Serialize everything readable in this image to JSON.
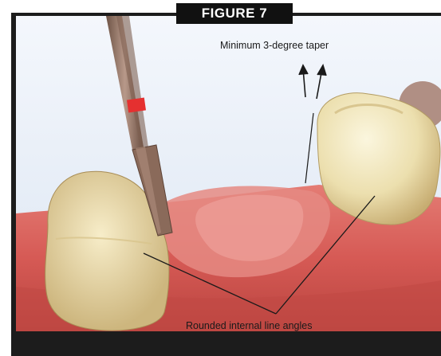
{
  "figure": {
    "label": "FIGURE 7",
    "callouts": {
      "taper": "Minimum 3-degree taper",
      "line_angles": "Rounded internal line angles"
    }
  },
  "colors": {
    "sky": "#e9f0f9",
    "gum": "#d65a55",
    "gum_light": "#eb8a85",
    "tooth": "#efe4b8",
    "tooth_shadow": "#c9b27a",
    "bur_shaft": "#8a6a5a",
    "bur_band": "#e53030",
    "label_bg": "#111111"
  },
  "icons": [
    "drill-bur-icon",
    "up-arrow-icon"
  ]
}
